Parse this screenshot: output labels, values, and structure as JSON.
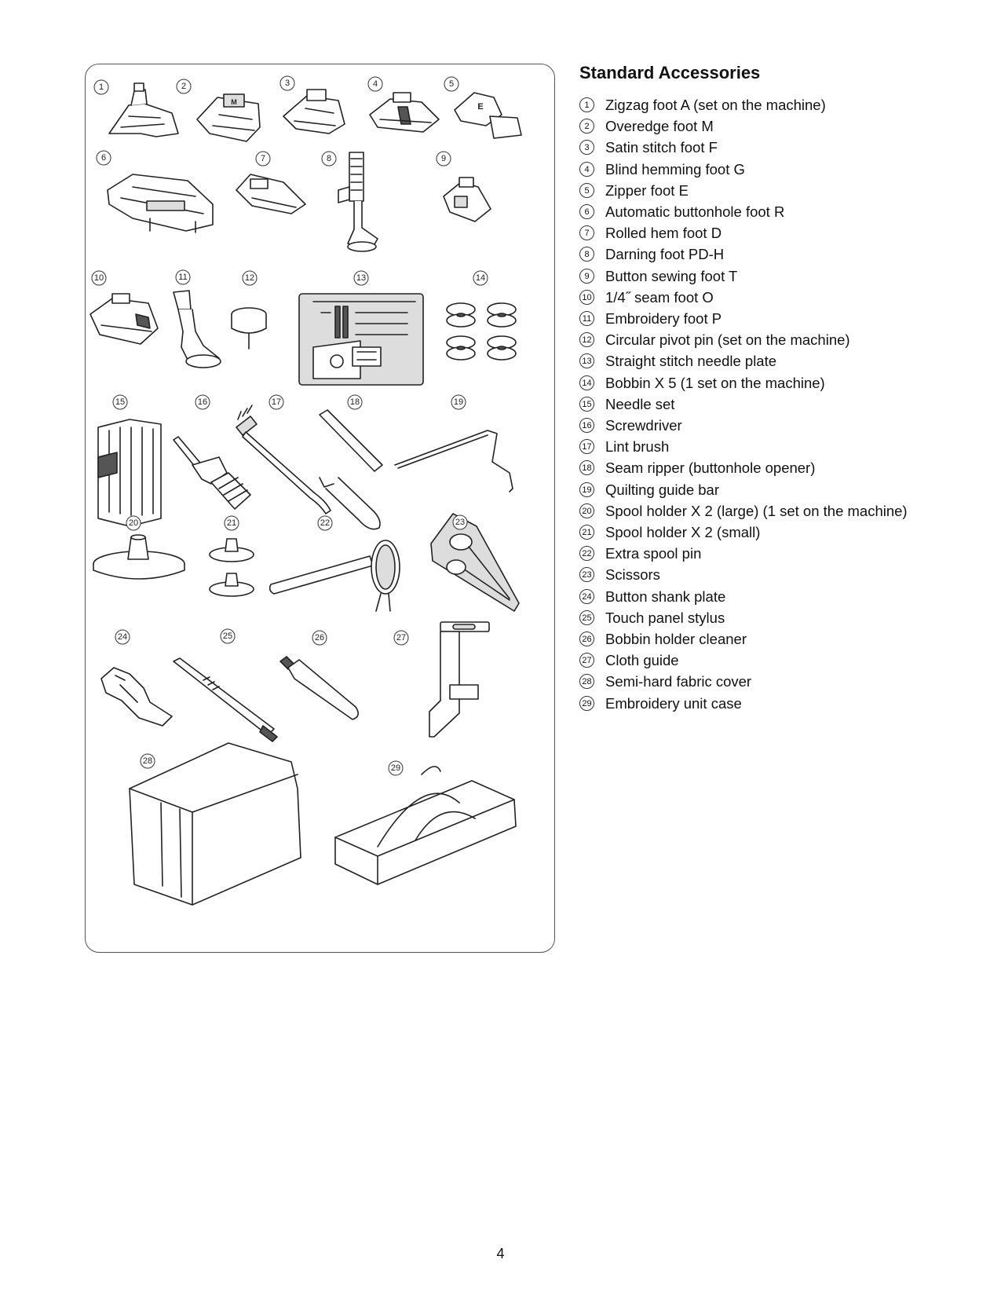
{
  "section": {
    "title": "Standard Accessories",
    "items": [
      {
        "num": "1",
        "label": "Zigzag foot A (set on the machine)"
      },
      {
        "num": "2",
        "label": "Overedge foot M"
      },
      {
        "num": "3",
        "label": "Satin stitch foot F"
      },
      {
        "num": "4",
        "label": "Blind hemming foot G"
      },
      {
        "num": "5",
        "label": "Zipper foot E"
      },
      {
        "num": "6",
        "label": "Automatic buttonhole foot R"
      },
      {
        "num": "7",
        "label": "Rolled hem foot D"
      },
      {
        "num": "8",
        "label": "Darning foot PD-H"
      },
      {
        "num": "9",
        "label": "Button sewing foot T"
      },
      {
        "num": "10",
        "label": "1/4˝ seam foot O"
      },
      {
        "num": "11",
        "label": "Embroidery foot P"
      },
      {
        "num": "12",
        "label": "Circular pivot pin (set on the machine)"
      },
      {
        "num": "13",
        "label": "Straight stitch needle plate"
      },
      {
        "num": "14",
        "label": "Bobbin X 5 (1 set on the machine)"
      },
      {
        "num": "15",
        "label": "Needle set"
      },
      {
        "num": "16",
        "label": "Screwdriver"
      },
      {
        "num": "17",
        "label": "Lint brush"
      },
      {
        "num": "18",
        "label": "Seam ripper (buttonhole opener)"
      },
      {
        "num": "19",
        "label": "Quilting guide bar"
      },
      {
        "num": "20",
        "label": "Spool holder X 2 (large) (1 set on the machine)"
      },
      {
        "num": "21",
        "label": "Spool holder X 2 (small)"
      },
      {
        "num": "22",
        "label": "Extra spool pin"
      },
      {
        "num": "23",
        "label": "Scissors"
      },
      {
        "num": "24",
        "label": "Button shank plate"
      },
      {
        "num": "25",
        "label": "Touch panel stylus"
      },
      {
        "num": "26",
        "label": "Bobbin holder cleaner"
      },
      {
        "num": "27",
        "label": "Cloth guide"
      },
      {
        "num": "28",
        "label": "Semi-hard fabric cover"
      },
      {
        "num": "29",
        "label": "Embroidery unit case"
      }
    ]
  },
  "figure": {
    "labels": [
      "1",
      "2",
      "3",
      "4",
      "5",
      "6",
      "7",
      "8",
      "9",
      "10",
      "11",
      "12",
      "13",
      "14",
      "15",
      "16",
      "17",
      "18",
      "19",
      "20",
      "21",
      "22",
      "23",
      "24",
      "25",
      "26",
      "27",
      "28",
      "29"
    ],
    "foot_letters": {
      "overedge": "M",
      "zipper": "E"
    }
  },
  "page_number": "4"
}
